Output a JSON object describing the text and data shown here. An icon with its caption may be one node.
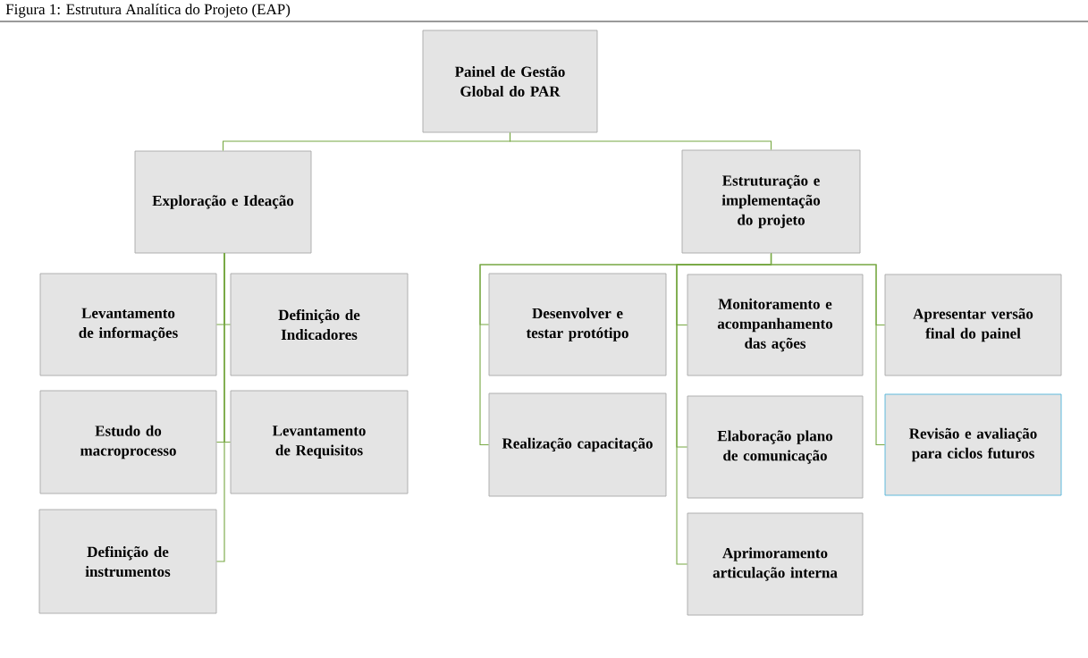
{
  "diagram": {
    "title": "Figura 1: Estrutura Analítica do Projeto (EAP)",
    "nodes": [
      {
        "text": [
          "Painel de Gestão Global do PAR"
        ]
      },
      {
        "text": [
          "Exploração e Ideação"
        ]
      },
      {
        "text": [
          "Estruturação e implementação do projeto"
        ]
      },
      {
        "text": [
          "Levantamento de informações"
        ]
      },
      {
        "text": [
          "Definição de Indicadores"
        ]
      },
      {
        "text": [
          "Estudo do macroprocesso"
        ]
      },
      {
        "text": [
          "Levantamento de Requisitos"
        ]
      },
      {
        "text": [
          "Definição de instrumentos"
        ]
      },
      {
        "text": [
          "Desenvolver e testar protótipo"
        ]
      },
      {
        "text": [
          "Realização capacitação"
        ]
      },
      {
        "text": [
          "Monitoramento e acompanhamento das ações"
        ]
      },
      {
        "text": [
          "Elaboração plano de comunicação"
        ]
      },
      {
        "text": [
          "Aprimoramento articulação interna"
        ]
      },
      {
        "text": [
          "Apresentar versão final do painel"
        ]
      },
      {
        "text": [
          "Revisão e avaliação para ciclos futuros"
        ]
      }
    ],
    "edges": [
      {
        "from": 0,
        "to": 1,
        "arrow": "none"
      },
      {
        "from": 0,
        "to": 2,
        "arrow": "none"
      },
      {
        "from": 1,
        "to": 3,
        "arrow": "none"
      },
      {
        "from": 1,
        "to": 4,
        "arrow": "none"
      },
      {
        "from": 1,
        "to": 5,
        "arrow": "none"
      },
      {
        "from": 1,
        "to": 6,
        "arrow": "none"
      },
      {
        "from": 1,
        "to": 7,
        "arrow": "none"
      },
      {
        "from": 2,
        "to": 8,
        "arrow": "none"
      },
      {
        "from": 2,
        "to": 9,
        "arrow": "none"
      },
      {
        "from": 2,
        "to": 10,
        "arrow": "none"
      },
      {
        "from": 2,
        "to": 11,
        "arrow": "none"
      },
      {
        "from": 2,
        "to": 12,
        "arrow": "none"
      },
      {
        "from": 2,
        "to": 13,
        "arrow": "none"
      },
      {
        "from": 2,
        "to": 14,
        "arrow": "none"
      }
    ]
  }
}
